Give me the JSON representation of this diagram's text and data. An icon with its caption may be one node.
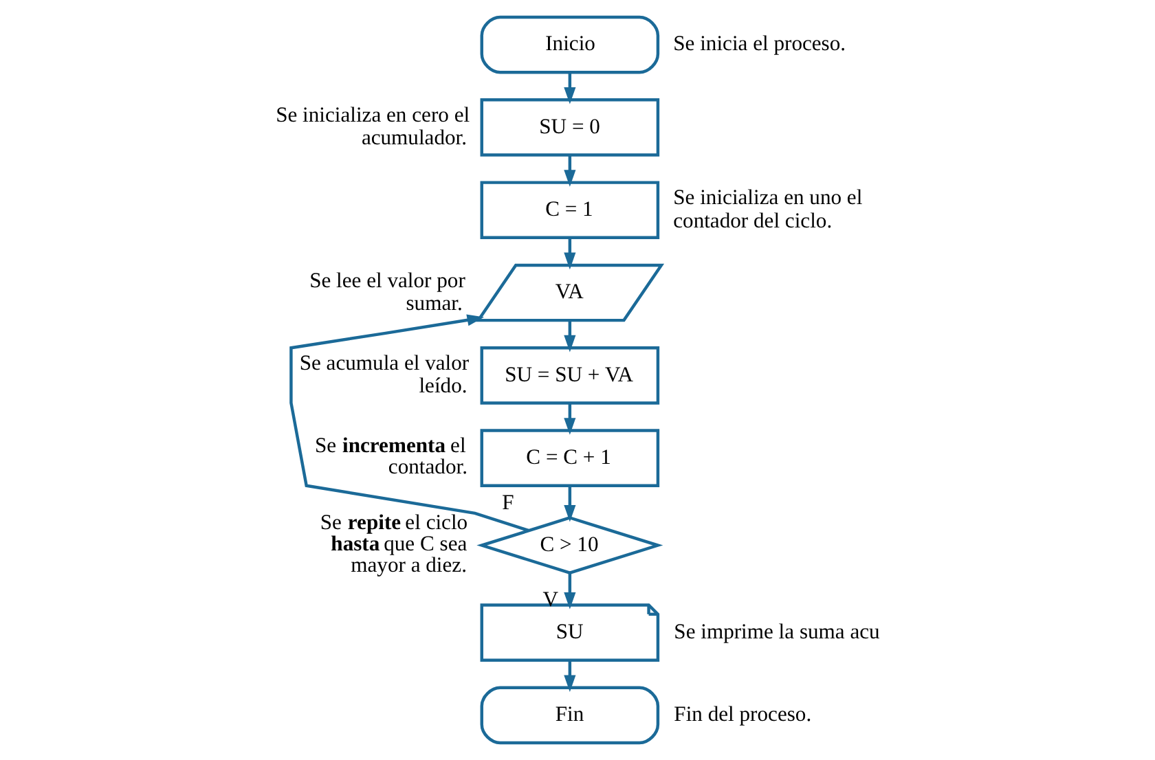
{
  "diagram": {
    "nodes": [
      {
        "text": [
          "Inicio"
        ],
        "beside": [
          "Se inicia el proceso."
        ]
      },
      {
        "text": [
          "SU = 0"
        ],
        "beside": [
          "Se inicializa en cero el acumulador."
        ]
      },
      {
        "text": [
          "C = 1"
        ],
        "beside": [
          "Se inicializa en uno el contador del ciclo."
        ]
      },
      {
        "text": [
          "VA"
        ],
        "beside": [
          "Se lee el valor por sumar."
        ]
      },
      {
        "text": [
          "SU = SU + VA"
        ],
        "beside": [
          "Se acumula el valor leído."
        ]
      },
      {
        "text": [
          "C = C + 1"
        ],
        "beside": [
          "Se **incrementa** el contador."
        ]
      },
      {
        "text": [
          "C > 10"
        ],
        "beside": [
          "Se **repite** el ciclo **hasta** que C sea mayor a diez."
        ]
      },
      {
        "text": [
          "SU"
        ],
        "beside": [
          "Se imprime la suma acu"
        ]
      },
      {
        "text": [
          "Fin"
        ],
        "beside": [
          "Fin del proceso."
        ]
      }
    ],
    "edges": [
      {
        "from": 0,
        "to": 1,
        "arrow": "to"
      },
      {
        "from": 1,
        "to": 2,
        "arrow": "to"
      },
      {
        "from": 2,
        "to": 3,
        "arrow": "to"
      },
      {
        "from": 3,
        "to": 4,
        "arrow": "to"
      },
      {
        "from": 4,
        "to": 5,
        "arrow": "to"
      },
      {
        "from": 5,
        "to": 6,
        "arrow": "to"
      },
      {
        "from": 6,
        "to": 7,
        "arrow": "to",
        "label": "V"
      },
      {
        "from": 6,
        "to": 3,
        "arrow": "to",
        "label": "F"
      },
      {
        "from": 7,
        "to": 8,
        "arrow": "to"
      }
    ]
  }
}
